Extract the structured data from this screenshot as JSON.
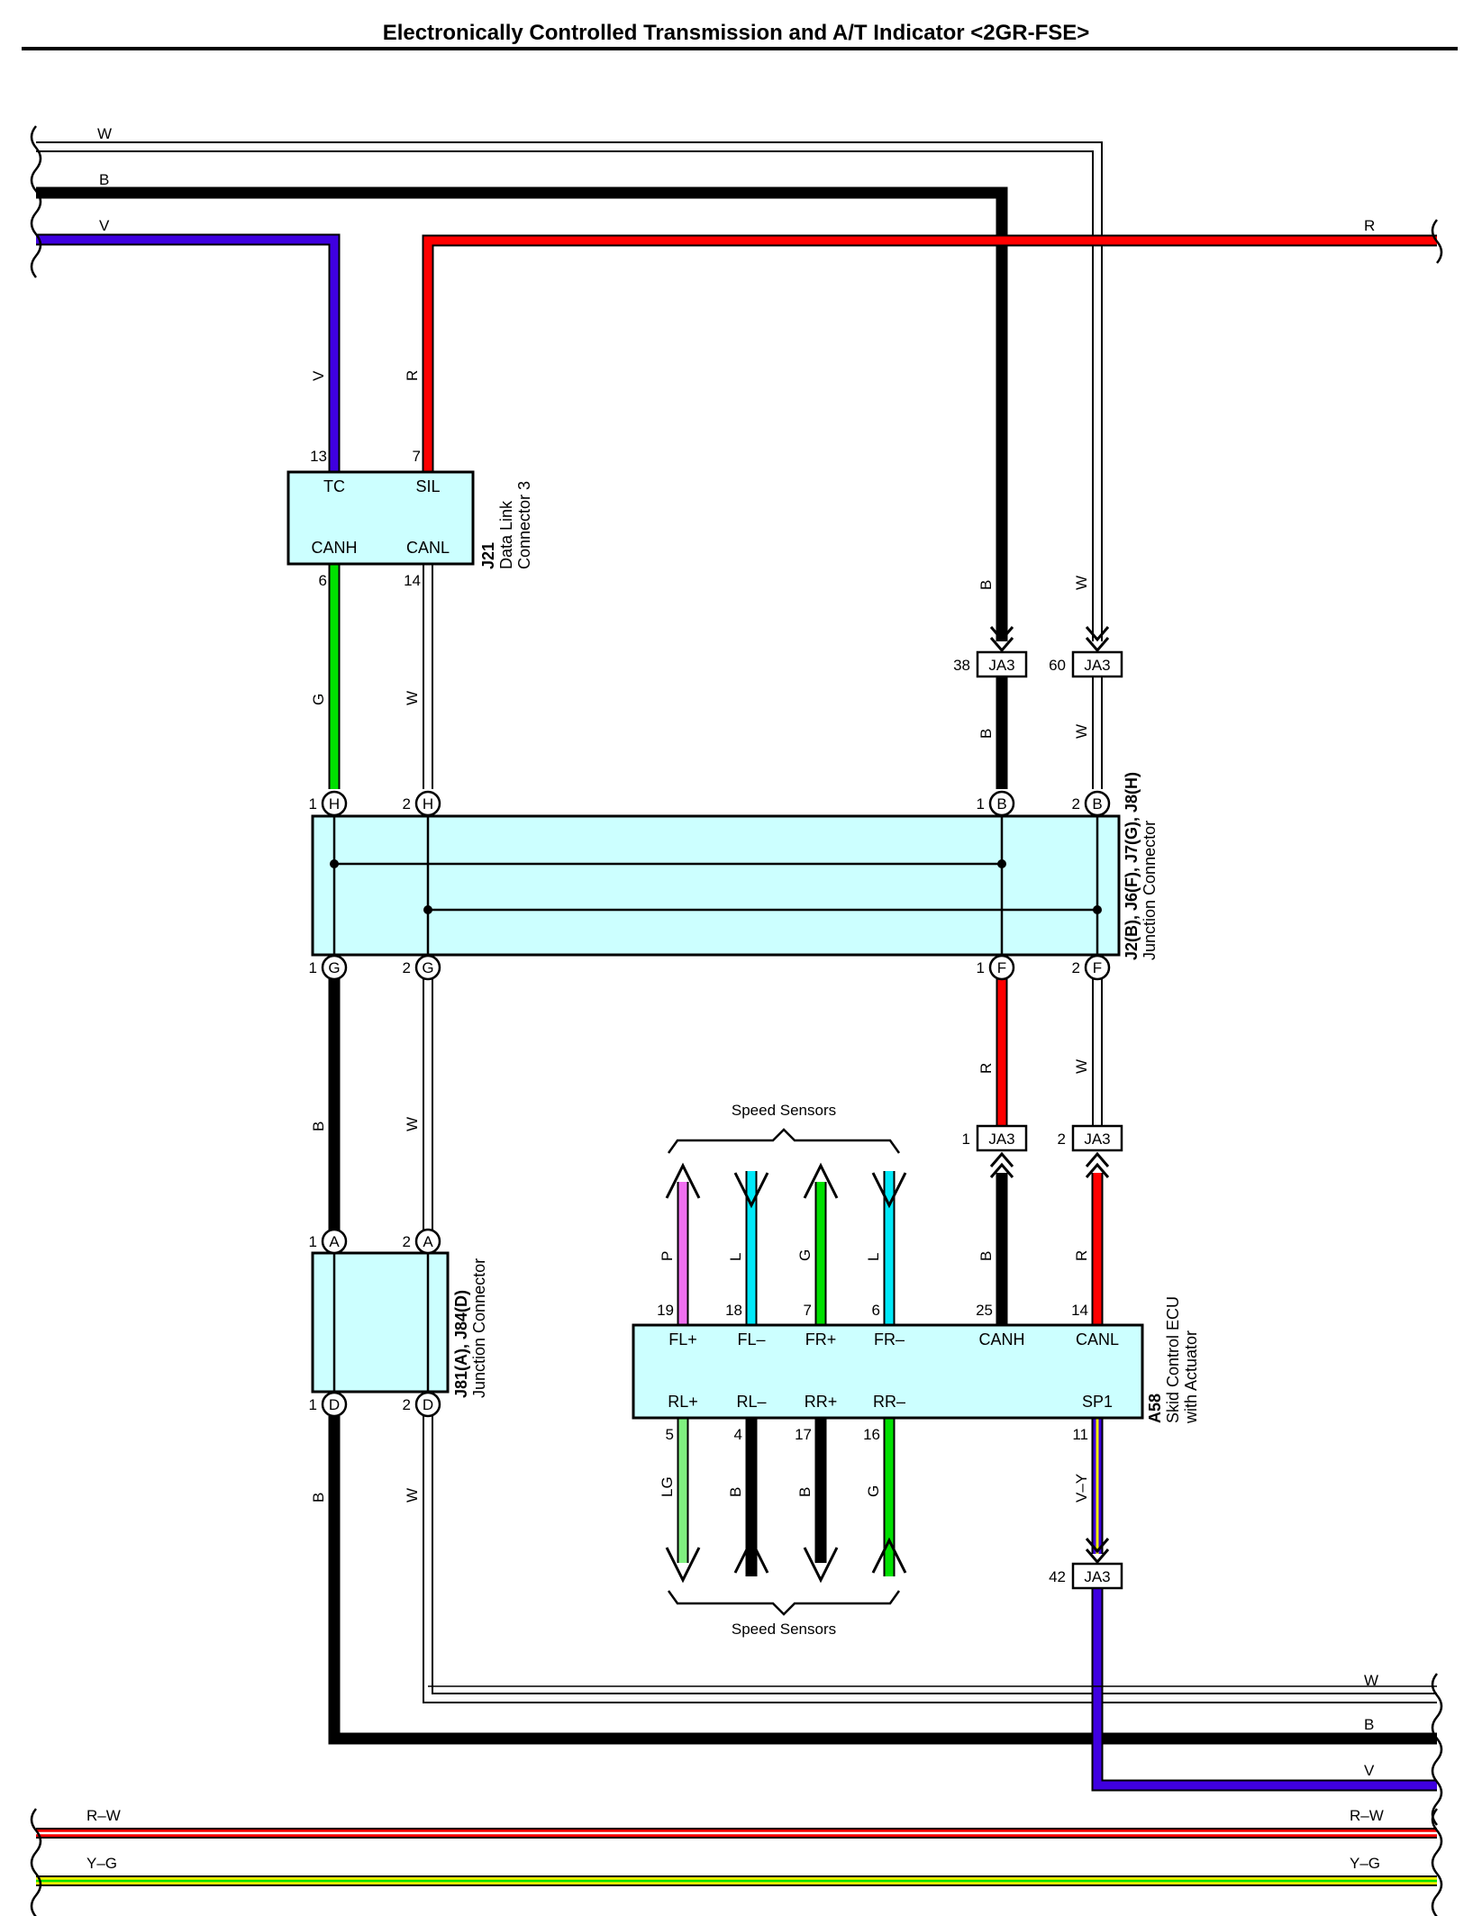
{
  "title": "Electronically Controlled Transmission and A/T Indicator <2GR-FSE>",
  "colors": {
    "W": "#ffffff",
    "B": "#000000",
    "V": "#3f00e0",
    "R": "#ff0000",
    "G": "#00e000",
    "P": "#f070f0",
    "L": "#00e8f8",
    "LG": "#80f080",
    "Y": "#f2f200",
    "box_fill": "#ccffff"
  },
  "connectors": {
    "j21": {
      "id": "J21",
      "name_line1": "Data Link",
      "name_line2": "Connector 3",
      "pins": [
        {
          "num": "13",
          "term": "TC"
        },
        {
          "num": "7",
          "term": "SIL"
        },
        {
          "num": "6",
          "term": "CANH"
        },
        {
          "num": "14",
          "term": "CANL"
        }
      ]
    },
    "jc_main": {
      "id": "J2(B), J6(F), J7(G), J8(H)",
      "name": "Junction Connector",
      "top_pins": [
        {
          "num": "1",
          "letter": "H"
        },
        {
          "num": "2",
          "letter": "H"
        },
        {
          "num": "1",
          "letter": "B"
        },
        {
          "num": "2",
          "letter": "B"
        }
      ],
      "bottom_pins": [
        {
          "num": "1",
          "letter": "G"
        },
        {
          "num": "2",
          "letter": "G"
        },
        {
          "num": "1",
          "letter": "F"
        },
        {
          "num": "2",
          "letter": "F"
        }
      ]
    },
    "jc_small": {
      "id": "J81(A), J84(D)",
      "name": "Junction Connector",
      "top_pins": [
        {
          "num": "1",
          "letter": "A"
        },
        {
          "num": "2",
          "letter": "A"
        }
      ],
      "bottom_pins": [
        {
          "num": "1",
          "letter": "D"
        },
        {
          "num": "2",
          "letter": "D"
        }
      ]
    },
    "a58": {
      "id": "A58",
      "name_line1": "Skid Control ECU",
      "name_line2": "with Actuator",
      "top_pins": [
        {
          "num": "19",
          "term": "FL+"
        },
        {
          "num": "18",
          "term": "FL–"
        },
        {
          "num": "7",
          "term": "FR+"
        },
        {
          "num": "6",
          "term": "FR–"
        },
        {
          "num": "25",
          "term": "CANH"
        },
        {
          "num": "14",
          "term": "CANL"
        }
      ],
      "bottom_pins": [
        {
          "num": "5",
          "term": "RL+"
        },
        {
          "num": "4",
          "term": "RL–"
        },
        {
          "num": "17",
          "term": "RR+"
        },
        {
          "num": "16",
          "term": "RR–"
        },
        {
          "num": "11",
          "term": "SP1"
        }
      ]
    }
  },
  "ja3": [
    {
      "num": "38",
      "label": "JA3"
    },
    {
      "num": "60",
      "label": "JA3"
    },
    {
      "num": "1",
      "label": "JA3"
    },
    {
      "num": "2",
      "label": "JA3"
    },
    {
      "num": "42",
      "label": "JA3"
    }
  ],
  "wire_labels": {
    "top_w": "W",
    "top_b": "B",
    "top_v": "V",
    "top_r": "R",
    "v_vert": "V",
    "r_vert": "R",
    "g_vert": "G",
    "w_vert1": "W",
    "b_ja3_38_top": "B",
    "w_ja3_60_top": "W",
    "b_ja3_38_bot": "B",
    "w_ja3_60_bot": "W",
    "b_left": "B",
    "w_left": "W",
    "r_mid": "R",
    "w_mid": "W",
    "b_canh": "B",
    "r_canl": "R",
    "p_fl": "P",
    "l_fl": "L",
    "g_fr": "G",
    "l_fr": "L",
    "lg_rl": "LG",
    "b_rl": "B",
    "b_rr": "B",
    "g_rr": "G",
    "vy_sp1": "V–Y",
    "b_lower": "B",
    "w_lower": "W",
    "bot_w": "W",
    "bot_b": "B",
    "bot_v": "V",
    "rw_left": "R–W",
    "rw_right": "R–W",
    "yg_left": "Y–G",
    "yg_right": "Y–G"
  },
  "speed_sensors_top": "Speed Sensors",
  "speed_sensors_bottom": "Speed Sensors"
}
